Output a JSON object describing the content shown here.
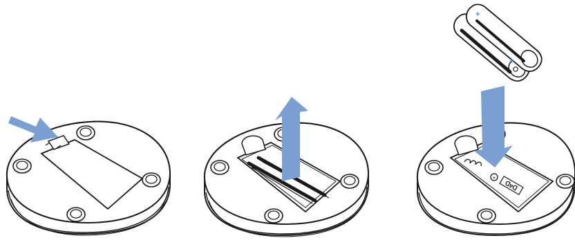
{
  "colors": {
    "outline": "#1a1a1a",
    "fill": "#ffffff",
    "arrow": "#7a9fd3",
    "polarity_mark": "#5a8fd6"
  },
  "panels": [
    {
      "step": "press-latch",
      "arrow": "right-pointing"
    },
    {
      "step": "lift-cover",
      "arrow": "up-pointing"
    },
    {
      "step": "insert-batteries",
      "arrow": "down-pointing"
    }
  ],
  "battery_marks": {
    "plus": "+",
    "label": "ᗡɐᗡ"
  }
}
